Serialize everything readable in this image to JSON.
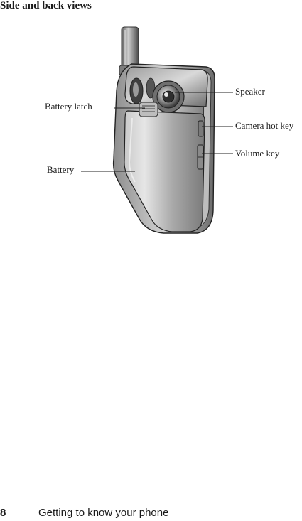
{
  "section_title": "Side and back views",
  "callouts": {
    "speaker": "Speaker",
    "battery_latch": "Battery latch",
    "camera_hot_key": "Camera hot key",
    "volume_key": "Volume key",
    "battery": "Battery"
  },
  "footer": {
    "page_number": "8",
    "running_title": "Getting to know your phone"
  }
}
